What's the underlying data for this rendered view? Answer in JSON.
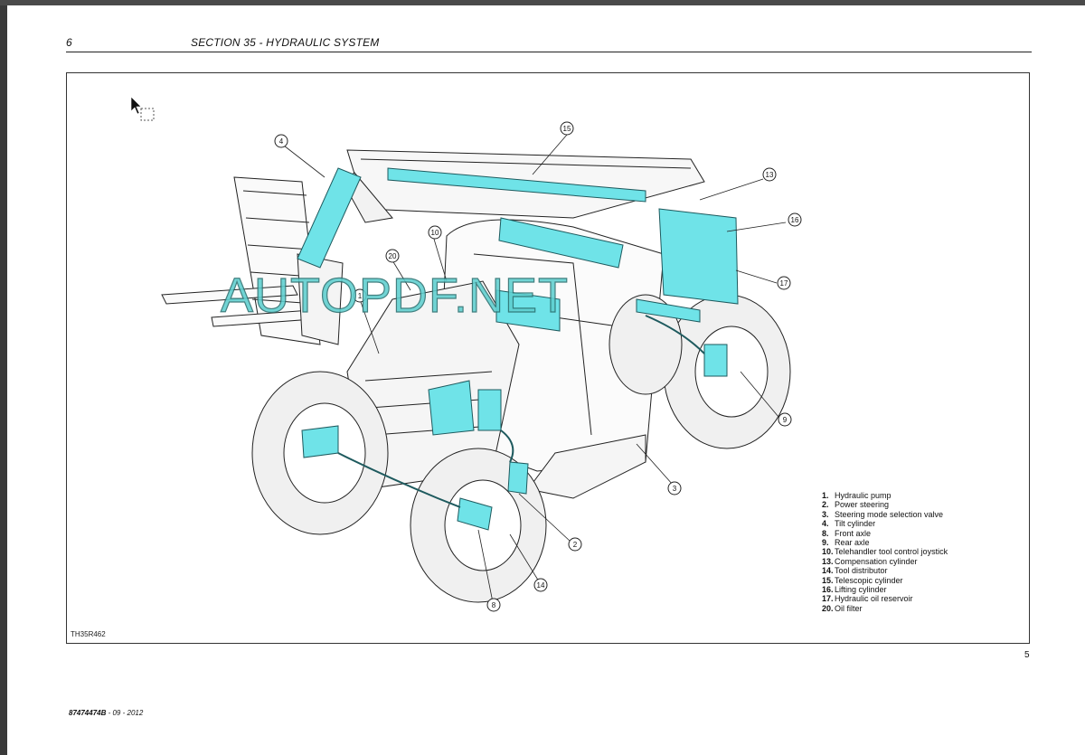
{
  "header": {
    "page_number": "6",
    "section_title": "SECTION 35 - HYDRAULIC SYSTEM"
  },
  "figure": {
    "code": "TH35R462",
    "callouts": [
      "4",
      "15",
      "13",
      "16",
      "10",
      "20",
      "17",
      "1",
      "9",
      "3",
      "2",
      "14",
      "8"
    ],
    "highlight_color": "#6fe3e8",
    "line_color": "#222222"
  },
  "legend": [
    {
      "num": "1.",
      "label": "Hydraulic pump"
    },
    {
      "num": "2.",
      "label": "Power steering"
    },
    {
      "num": "3.",
      "label": "Steering mode selection valve"
    },
    {
      "num": "4.",
      "label": "Tilt cylinder"
    },
    {
      "num": "8.",
      "label": "Front axle"
    },
    {
      "num": "9.",
      "label": "Rear axle"
    },
    {
      "num": "10.",
      "label": "Telehandler tool control joystick"
    },
    {
      "num": "13.",
      "label": "Compensation cylinder"
    },
    {
      "num": "14.",
      "label": "Tool distributor"
    },
    {
      "num": "15.",
      "label": "Telescopic cylinder"
    },
    {
      "num": "16.",
      "label": "Lifting cylinder"
    },
    {
      "num": "17.",
      "label": "Hydraulic oil reservoir"
    },
    {
      "num": "20.",
      "label": "Oil filter"
    }
  ],
  "watermark": "AUTOPDF.NET",
  "figure_page_ref": "5",
  "footer": {
    "doc_number": "87474474B",
    "date": " - 09 - 2012"
  }
}
